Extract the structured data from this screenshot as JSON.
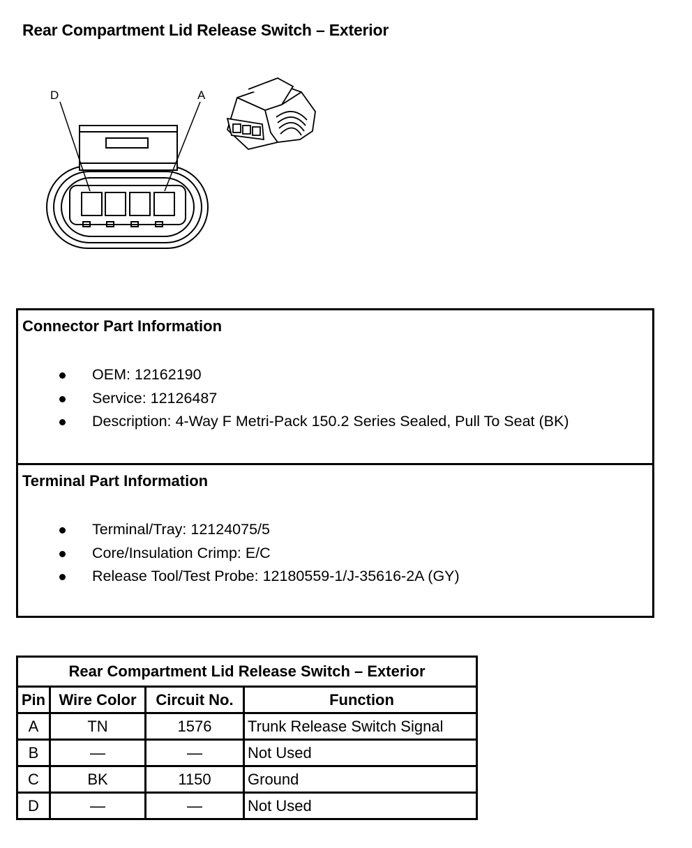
{
  "title": "Rear Compartment Lid Release Switch – Exterior",
  "diagram": {
    "pin_label_left": "D",
    "pin_label_right": "A"
  },
  "connector_info": {
    "heading": "Connector Part Information",
    "items": [
      "OEM: 12162190",
      "Service: 12126487",
      "Description: 4-Way F Metri-Pack 150.2 Series Sealed, Pull To Seat (BK)"
    ]
  },
  "terminal_info": {
    "heading": "Terminal Part Information",
    "items": [
      "Terminal/Tray: 12124075/5",
      "Core/Insulation Crimp: E/C",
      "Release Tool/Test Probe: 12180559-1/J-35616-2A (GY)"
    ]
  },
  "pin_table": {
    "caption": "Rear Compartment Lid Release Switch – Exterior",
    "headers": [
      "Pin",
      "Wire Color",
      "Circuit No.",
      "Function"
    ],
    "rows": [
      [
        "A",
        "TN",
        "1576",
        "Trunk Release Switch Signal"
      ],
      [
        "B",
        "—",
        "—",
        "Not Used"
      ],
      [
        "C",
        "BK",
        "1150",
        "Ground"
      ],
      [
        "D",
        "—",
        "—",
        "Not Used"
      ]
    ]
  }
}
